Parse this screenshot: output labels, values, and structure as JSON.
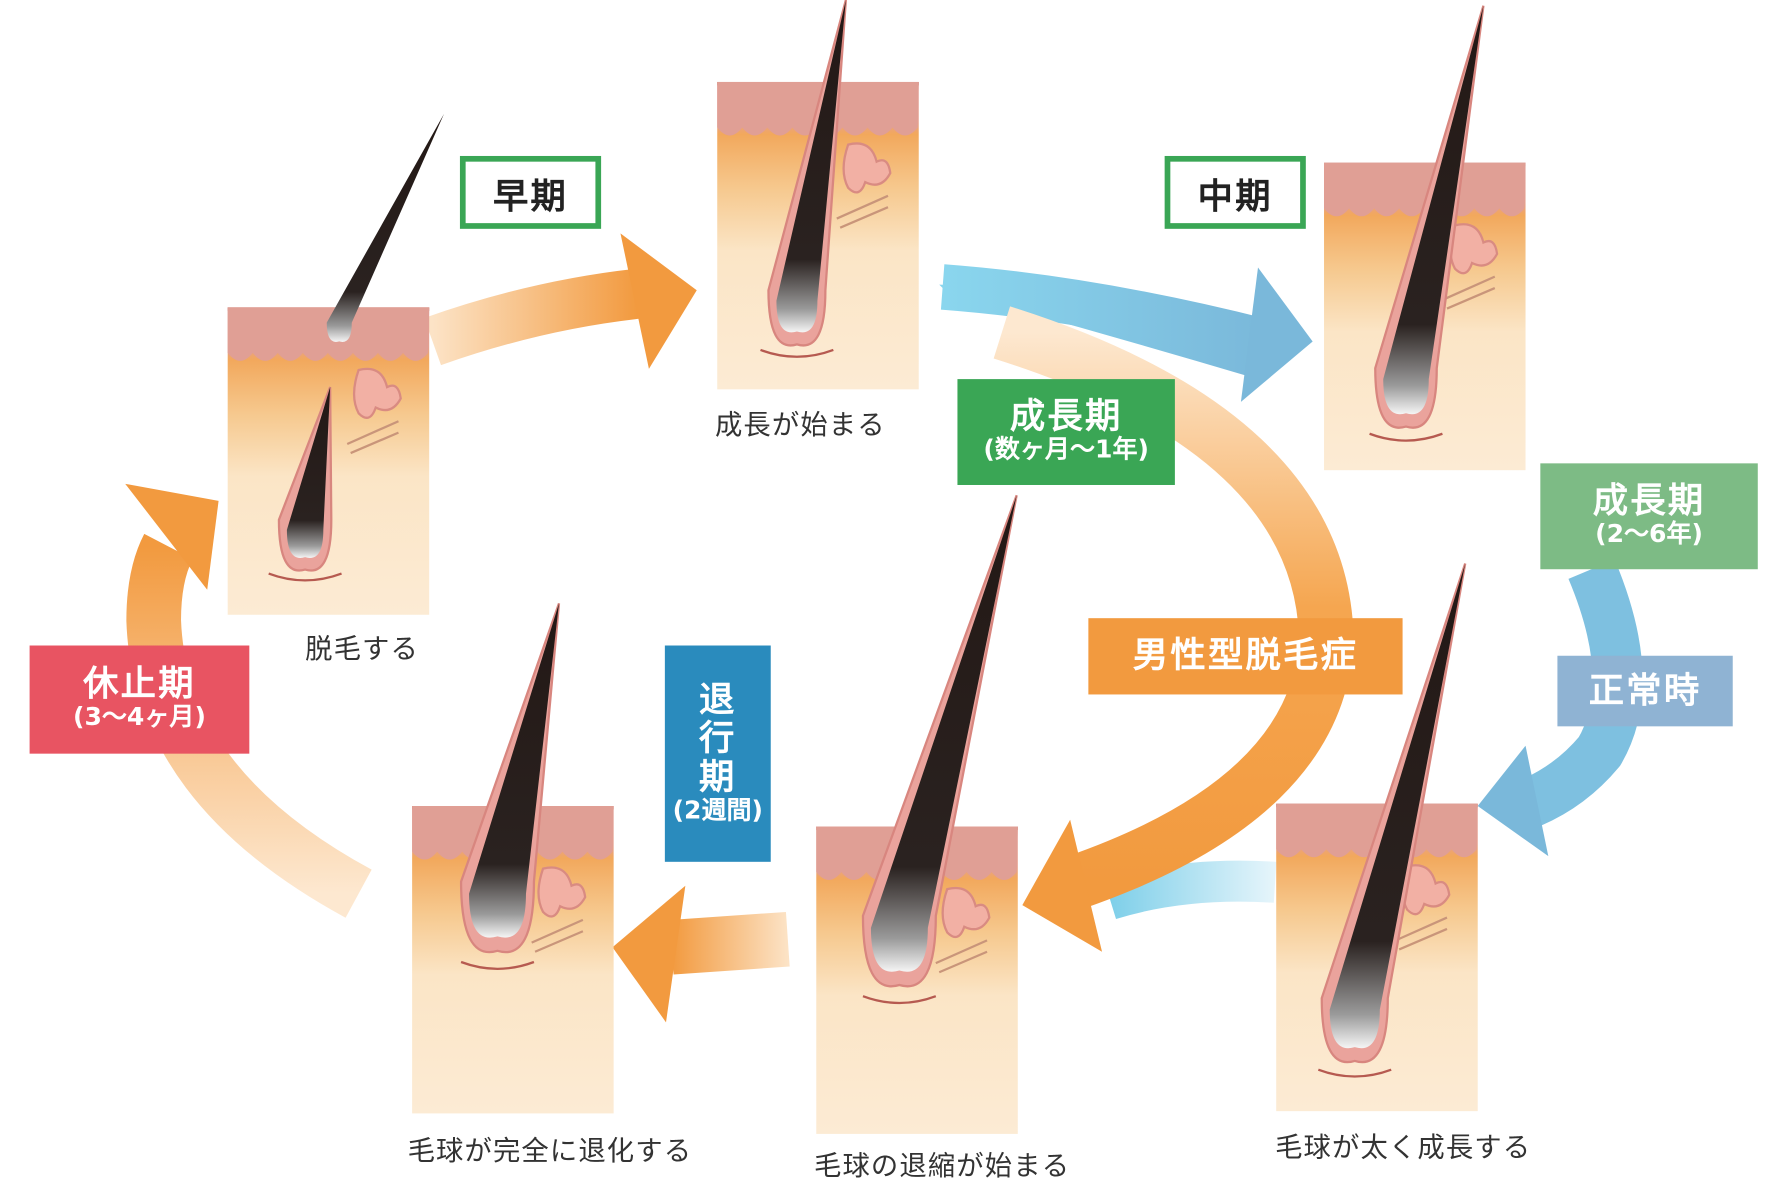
{
  "title": "ヘアサイクル",
  "stages": {
    "shedding": "脱毛する",
    "growth_start": "成長が始まる",
    "bulb_growing": "毛球が太く成長する",
    "bulb_shrinking": "毛球の退縮が始まる",
    "bulb_regressed": "毛球が完全に退化する"
  },
  "labels": {
    "early": "早期",
    "middle": "中期",
    "anagen_aga": {
      "title": "成長期",
      "sub": "(数ヶ月～1年)"
    },
    "anagen_normal": {
      "title": "成長期",
      "sub": "(2～6年)"
    },
    "normal": "正常時",
    "aga": "男性型脱毛症",
    "catagen": {
      "c1": "退",
      "c2": "行",
      "c3": "期",
      "sub": "(2週間)"
    },
    "telogen": {
      "title": "休止期",
      "sub": "(3～4ヶ月)"
    }
  },
  "colors": {
    "green": "#3aa655",
    "light_green": "#7dbb85",
    "normal_blue": "#8fb3d3",
    "orange": "#f29a3f",
    "catagen_blue": "#2a8bbd",
    "telogen_red": "#e85462",
    "arrow_blue": "#7ec0e0"
  }
}
